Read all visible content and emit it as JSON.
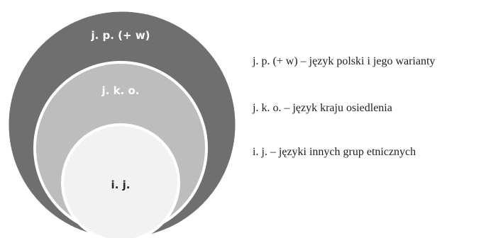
{
  "circles": {
    "outer": {
      "label": "j. p. (+ w)",
      "color": "#6f6f6f"
    },
    "middle": {
      "label": "j. k. o.",
      "color": "#bdbdbd"
    },
    "inner": {
      "label": "i. j.",
      "color": "#f2f2f2"
    }
  },
  "legend": [
    {
      "text": "j. p. (+ w) – język polski i jego warianty"
    },
    {
      "text": "j. k. o. – język kraju osiedlenia"
    },
    {
      "text": "i. j. – języki innych grup etnicznych"
    }
  ]
}
